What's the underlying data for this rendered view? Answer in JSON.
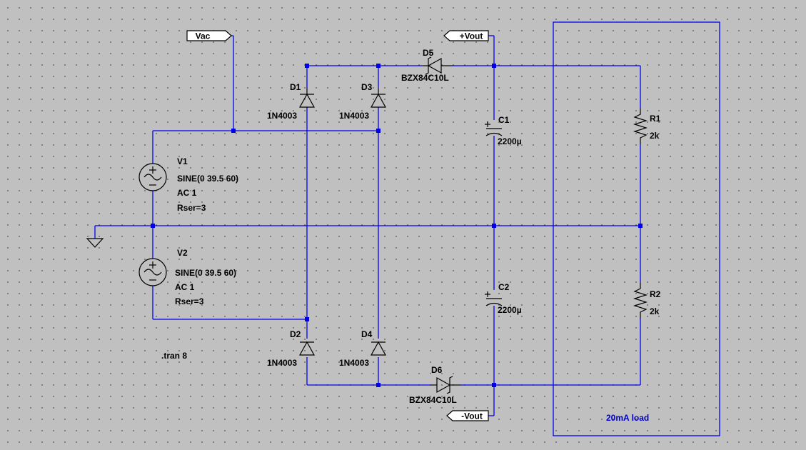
{
  "netlabels": {
    "vac": "Vac",
    "vout_pos": "+Vout",
    "vout_neg": "-Vout"
  },
  "components": {
    "d1": {
      "ref": "D1",
      "value": "1N4003"
    },
    "d2": {
      "ref": "D2",
      "value": "1N4003"
    },
    "d3": {
      "ref": "D3",
      "value": "1N4003"
    },
    "d4": {
      "ref": "D4",
      "value": "1N4003"
    },
    "d5": {
      "ref": "D5",
      "value": "BZX84C10L"
    },
    "d6": {
      "ref": "D6",
      "value": "BZX84C10L"
    },
    "c1": {
      "ref": "C1",
      "value": "2200µ"
    },
    "c2": {
      "ref": "C2",
      "value": "2200µ"
    },
    "r1": {
      "ref": "R1",
      "value": "2k"
    },
    "r2": {
      "ref": "R2",
      "value": "2k"
    },
    "v1": {
      "ref": "V1",
      "params": [
        "SINE(0 39.5 60)",
        "AC 1",
        "Rser=3"
      ]
    },
    "v2": {
      "ref": "V2",
      "params": [
        "SINE(0 39.5 60)",
        "AC 1",
        "Rser=3"
      ]
    }
  },
  "directives": {
    "tran": ".tran 8"
  },
  "annotations": {
    "load_box": "20mA load"
  },
  "colors": {
    "wire": "#0000ee",
    "background": "#c0c0c0",
    "annotation": "#0000cc"
  }
}
